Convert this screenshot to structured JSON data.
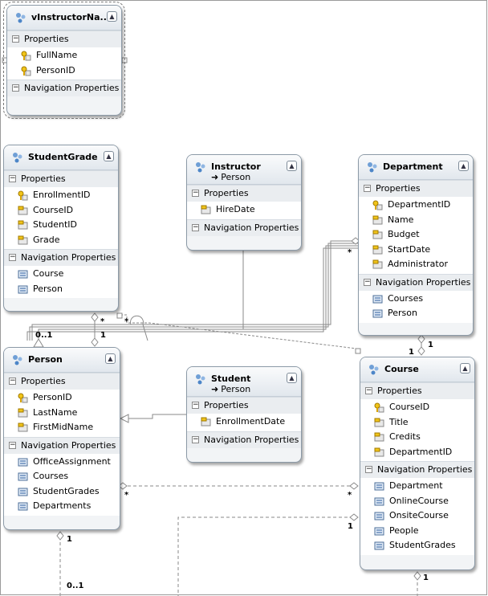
{
  "sections": {
    "properties": "Properties",
    "navigation": "Navigation Properties"
  },
  "entities": {
    "vinstructor": {
      "name": "vInstructorNa...",
      "properties": [
        "FullName",
        "PersonID"
      ],
      "navigation": []
    },
    "studentgrade": {
      "name": "StudentGrade",
      "properties": [
        "EnrollmentID",
        "CourseID",
        "StudentID",
        "Grade"
      ],
      "navigation": [
        "Course",
        "Person"
      ]
    },
    "instructor": {
      "name": "Instructor",
      "base": "Person",
      "properties": [
        "HireDate"
      ],
      "navigation": []
    },
    "department": {
      "name": "Department",
      "properties": [
        "DepartmentID",
        "Name",
        "Budget",
        "StartDate",
        "Administrator"
      ],
      "navigation": [
        "Courses",
        "Person"
      ]
    },
    "person": {
      "name": "Person",
      "properties": [
        "PersonID",
        "LastName",
        "FirstMidName"
      ],
      "navigation": [
        "OfficeAssignment",
        "Courses",
        "StudentGrades",
        "Departments"
      ]
    },
    "student": {
      "name": "Student",
      "base": "Person",
      "properties": [
        "EnrollmentDate"
      ],
      "navigation": []
    },
    "course": {
      "name": "Course",
      "properties": [
        "CourseID",
        "Title",
        "Credits",
        "DepartmentID"
      ],
      "navigation": [
        "Department",
        "OnlineCourse",
        "OnsiteCourse",
        "People",
        "StudentGrades"
      ]
    }
  },
  "multiplicities": {
    "sg_person_star": "*",
    "sg_course_star": "*",
    "sg_person_one": "1",
    "person_sg_01": "0..1",
    "dept_admin_star": "*",
    "dept_course_one": "1",
    "course_dept_one": "1",
    "person_course_star": "*",
    "course_person_star": "*",
    "person_office_one": "1",
    "office_01": "0..1",
    "course_online_one": "1",
    "course_onsite_one": "1"
  },
  "colors": {
    "border": "#8c9aa7",
    "header": "#e1e7ed",
    "line": "#8a8a8a",
    "key": "#d9a400"
  }
}
